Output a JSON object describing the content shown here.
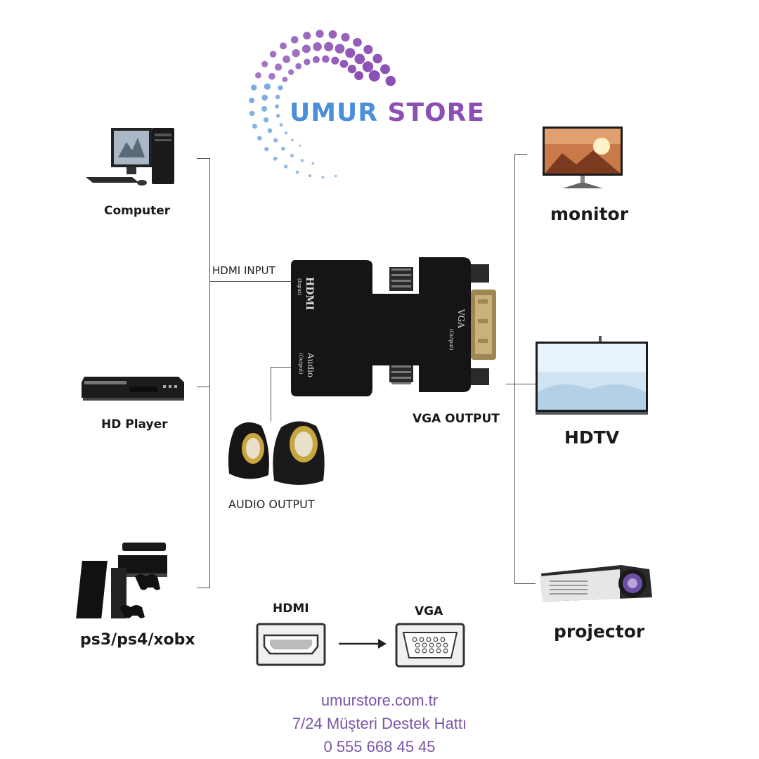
{
  "logo": {
    "wordmark": "UMUR STORE",
    "colors": {
      "primary": "#4a8fd8",
      "secondary": "#8b4fb5"
    }
  },
  "inputs": [
    {
      "label": "Computer",
      "icon": "computer-icon"
    },
    {
      "label": "HD Player",
      "icon": "dvd-player-icon"
    },
    {
      "label": "ps3/ps4/xobx",
      "icon": "game-console-icon"
    }
  ],
  "outputs": [
    {
      "label": "monitor",
      "icon": "monitor-icon"
    },
    {
      "label": "HDTV",
      "icon": "tv-icon"
    },
    {
      "label": "projector",
      "icon": "projector-icon"
    }
  ],
  "adapter": {
    "hdmi_input_label": "HDMI INPUT",
    "vga_output_label": "VGA OUTPUT",
    "audio_output_label": "AUDIO OUTPUT",
    "port_hdmi": "HDMI",
    "port_hdmi_sub": "(Input)",
    "port_audio": "Audio",
    "port_audio_sub": "(Output)",
    "port_vga": "VGA",
    "port_vga_sub": "(Output)"
  },
  "conversion": {
    "from": "HDMI",
    "to": "VGA"
  },
  "footer": {
    "website": "umurstore.com.tr",
    "support": "7/24 Müşteri Destek Hattı",
    "phone": "0 555 668 45 45"
  }
}
